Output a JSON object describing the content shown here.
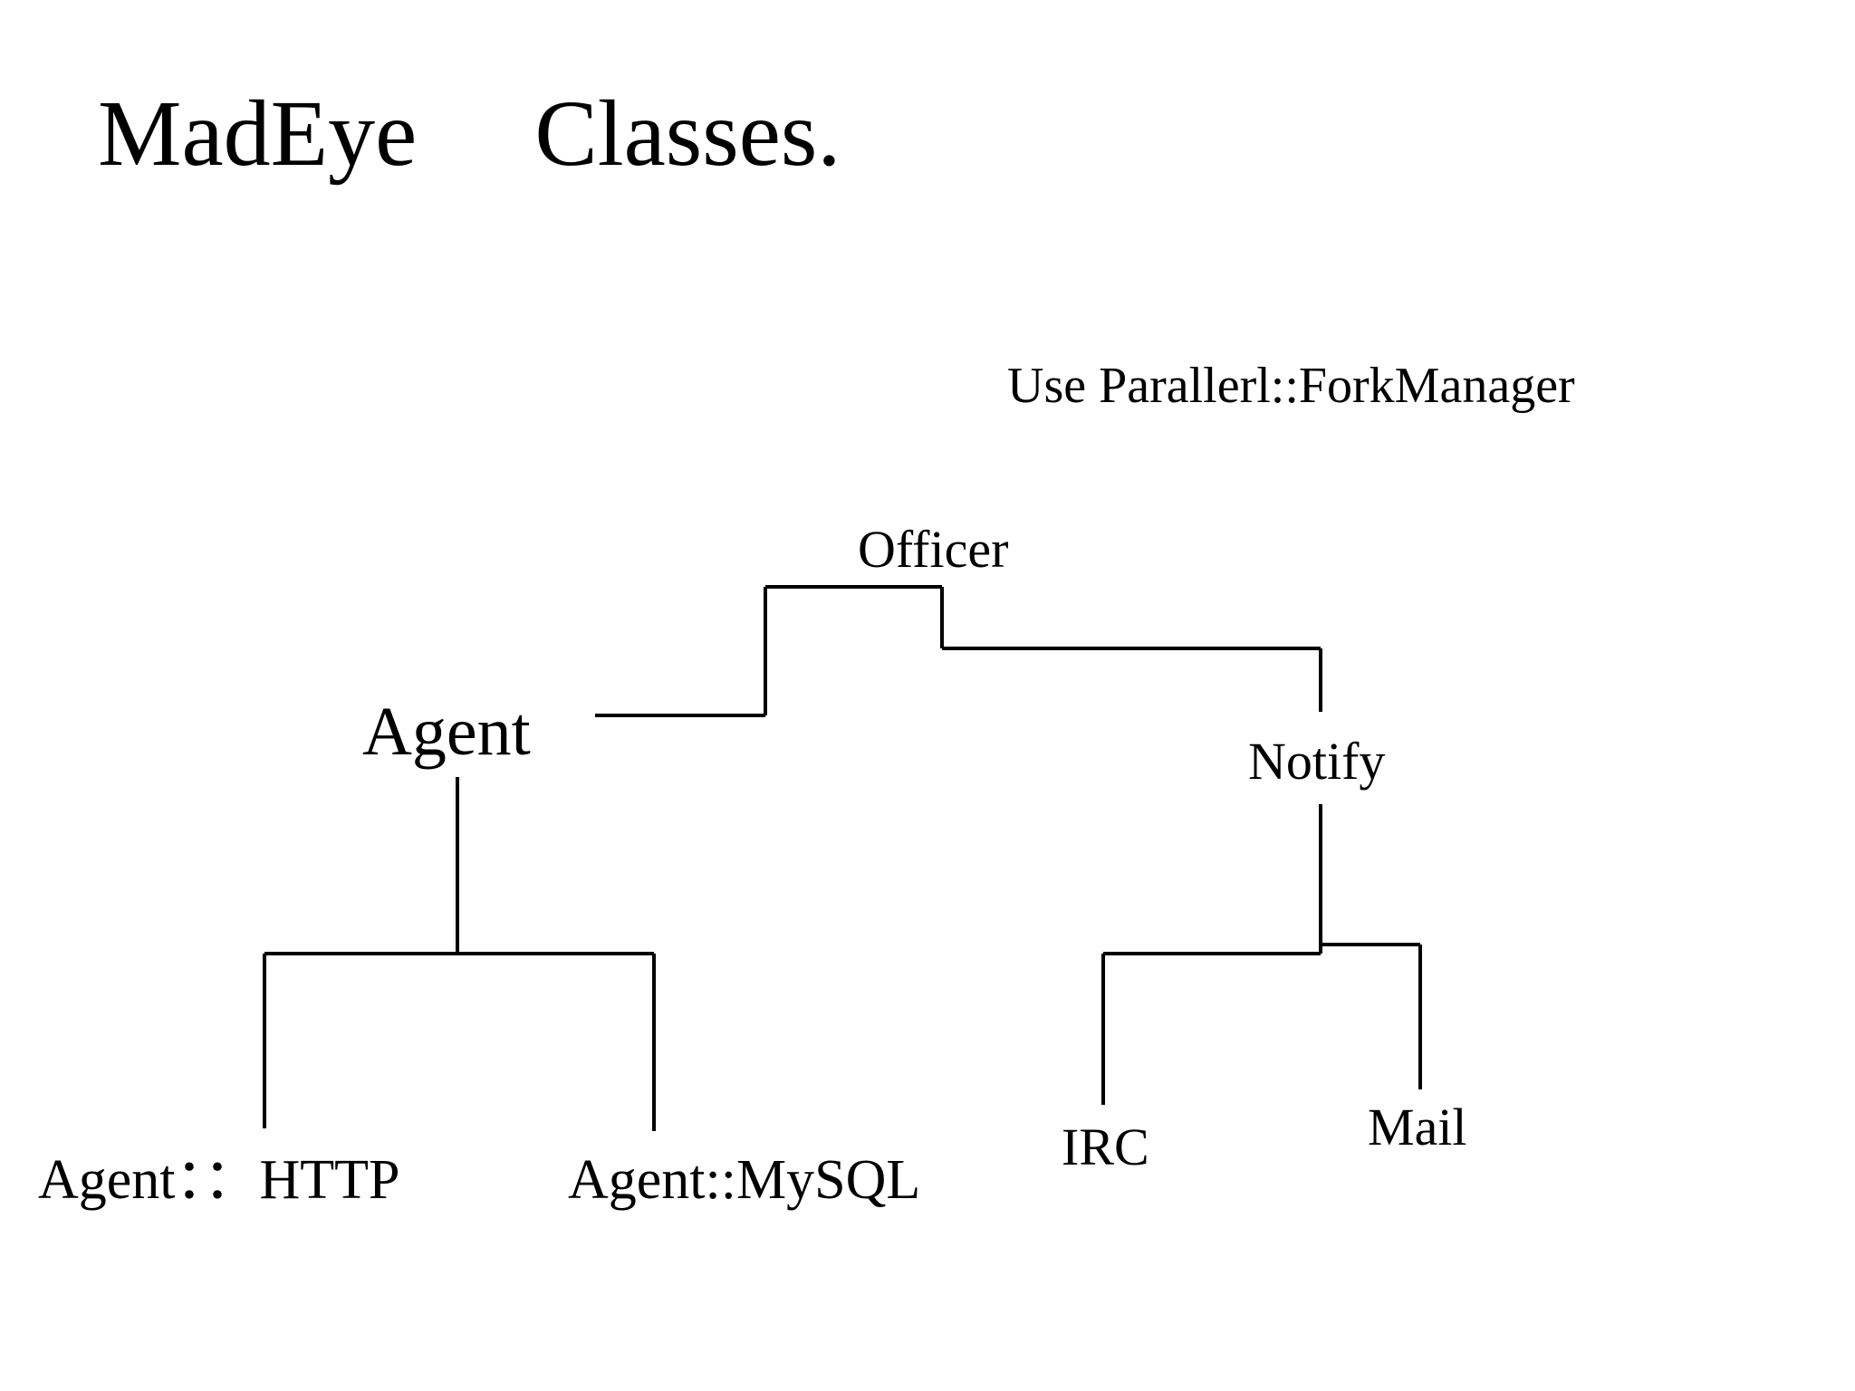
{
  "slide": {
    "title": "MadEye  Classes.",
    "background_color": "#ffffff",
    "text_color": "#000000",
    "line_color": "#000000",
    "note": "Use Parallerl::ForkManager"
  },
  "diagram": {
    "type": "tree",
    "root": "Officer",
    "nodes": [
      {
        "id": "officer",
        "label": "Officer"
      },
      {
        "id": "agent",
        "label": "Agent"
      },
      {
        "id": "notify",
        "label": "Notify"
      },
      {
        "id": "agent_http",
        "label": "Agent：：HTTP"
      },
      {
        "id": "agent_mysql",
        "label": "Agent::MySQL"
      },
      {
        "id": "irc",
        "label": "IRC"
      },
      {
        "id": "mail",
        "label": "Mail"
      }
    ],
    "edges": [
      {
        "from": "officer",
        "to": "agent"
      },
      {
        "from": "officer",
        "to": "notify"
      },
      {
        "from": "agent",
        "to": "agent_http"
      },
      {
        "from": "agent",
        "to": "agent_mysql"
      },
      {
        "from": "notify",
        "to": "irc"
      },
      {
        "from": "notify",
        "to": "mail"
      }
    ]
  }
}
